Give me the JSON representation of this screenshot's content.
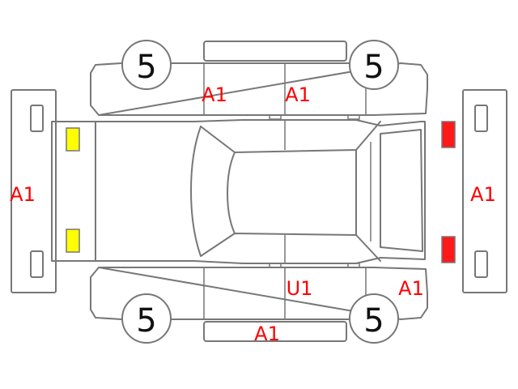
{
  "colors": {
    "outline": "#777777",
    "damage_mark": "#ff0000",
    "tire_number": "#111111",
    "lamp_front": "#ffff00",
    "lamp_rear": "#ff1a1a"
  },
  "tires": {
    "front_left": "5",
    "rear_left": "5",
    "front_right": "5",
    "rear_right": "5"
  },
  "marks": {
    "front_bumper": "A1",
    "left_front_door": "A1",
    "left_rear_door": "A1",
    "rear_bumper": "A1",
    "right_rear_door": "U1",
    "right_rear_quarter": "A1",
    "right_side_sill": "A1"
  },
  "icons": {
    "front_lamps": "yellow-lamp-icon",
    "rear_lamps": "red-lamp-icon"
  }
}
